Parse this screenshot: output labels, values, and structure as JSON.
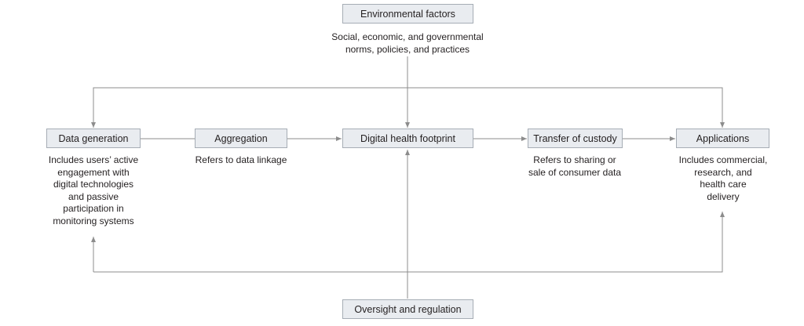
{
  "nodes": {
    "environmental_factors": {
      "label": "Environmental factors",
      "description": "Social, economic, and governmental\nnorms, policies, and practices"
    },
    "data_generation": {
      "label": "Data generation",
      "description": "Includes users’ active\nengagement with\ndigital technologies\nand passive\nparticipation in\nmonitoring systems"
    },
    "aggregation": {
      "label": "Aggregation",
      "description": "Refers to data linkage"
    },
    "digital_health_footprint": {
      "label": "Digital health footprint"
    },
    "transfer_of_custody": {
      "label": "Transfer of custody",
      "description": "Refers to sharing or\nsale of consumer data"
    },
    "applications": {
      "label": "Applications",
      "description": "Includes commercial,\nresearch, and\nhealth care\ndelivery"
    },
    "oversight_and_regulation": {
      "label": "Oversight and regulation"
    }
  },
  "colors": {
    "box_fill": "#e9ecf0",
    "box_border": "#a6adb5",
    "connector": "#8c8c8c",
    "text": "#231f20"
  }
}
